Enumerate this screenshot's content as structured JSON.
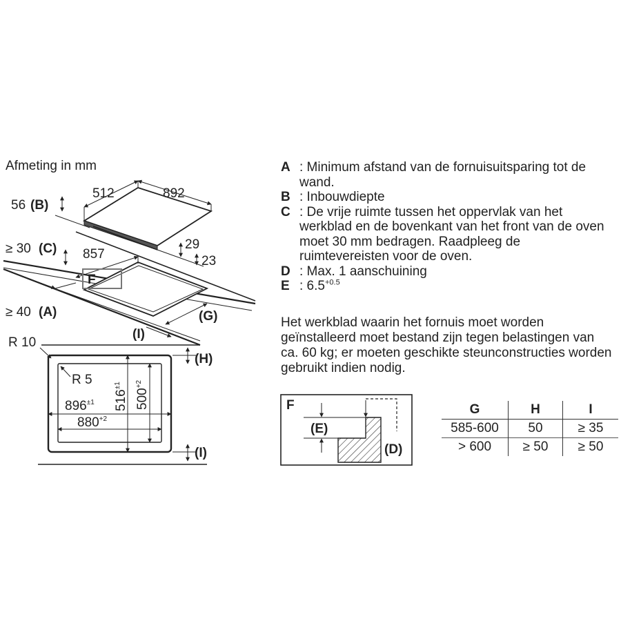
{
  "header": {
    "units_label": "Afmeting in mm"
  },
  "top_view": {
    "dim_512": "512",
    "dim_892": "892",
    "dim_56": "56",
    "dim_ge30": "≥ 30",
    "dim_ge40": "≥ 40",
    "dim_857": "857",
    "dim_29": "29",
    "dim_23": "23",
    "tag_A": "(A)",
    "tag_B": "(B)",
    "tag_C": "(C)",
    "tag_F": "F",
    "tag_G": "(G)",
    "tag_I": "(I)"
  },
  "cutout_view": {
    "r10": "R 10",
    "r5": "R 5",
    "dim_896": "896",
    "dim_896_tol": "±1",
    "dim_880": "880",
    "dim_880_tol": "+2",
    "dim_516": "516",
    "dim_516_tol": "±1",
    "dim_500": "500",
    "dim_500_tol": "+2",
    "tag_H": "(H)",
    "tag_I": "(I)"
  },
  "detail_view": {
    "tag_F": "F",
    "tag_E": "(E)",
    "tag_D": "(D)"
  },
  "legend": [
    {
      "key": "A",
      "text": ": Minimum afstand van de fornuisuitsparing tot de wand."
    },
    {
      "key": "B",
      "text": ": Inbouwdiepte"
    },
    {
      "key": "C",
      "text": ": De vrije ruimte tussen het oppervlak van het werkblad en de bovenkant van het front van de oven moet 30 mm bedragen. Raadpleeg de ruimtevereisten voor de oven."
    },
    {
      "key": "D",
      "text": ": Max. 1 aanschuining"
    }
  ],
  "legend_e": {
    "key": "E",
    "text": ": 6.5",
    "sup": "+0.5"
  },
  "note": "Het werkblad waarin het fornuis moet worden geïnstalleerd moet bestand zijn tegen belastingen van ca. 60 kg; er moeten geschikte steunconstructies worden gebruikt indien nodig.",
  "table": {
    "headers": [
      "G",
      "H",
      "I"
    ],
    "rows": [
      [
        "585-600",
        "50",
        "≥ 35"
      ],
      [
        "> 600",
        "≥ 50",
        "≥ 50"
      ]
    ]
  }
}
